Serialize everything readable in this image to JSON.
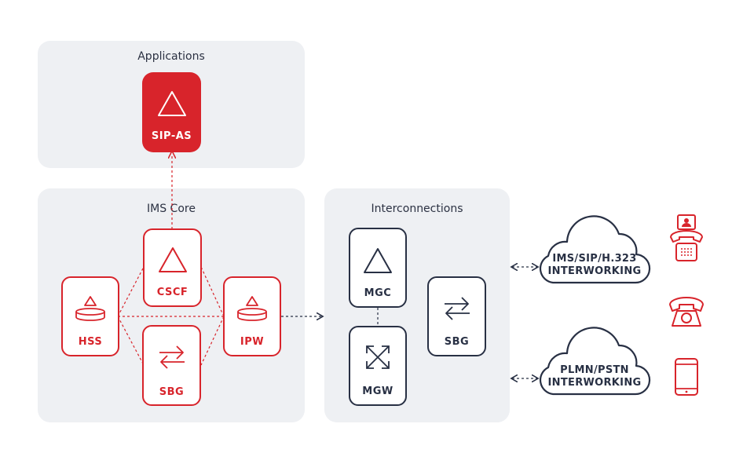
{
  "panels": {
    "applications": "Applications",
    "ims_core": "IMS Core",
    "interconnections": "Interconnections"
  },
  "nodes": {
    "sip_as": "SIP-AS",
    "cscf": "CSCF",
    "hss": "HSS",
    "ipw": "IPW",
    "sbg_core": "SBG",
    "mgc": "MGC",
    "mgw": "MGW",
    "sbg_inter": "SBG"
  },
  "clouds": {
    "ims_sip": [
      "IMS/SIP/H.323",
      "INTERWORKING"
    ],
    "plmn_pstn": [
      "PLMN/PSTN",
      "INTERWORKING"
    ]
  },
  "colors": {
    "accent_red": "#d8242b",
    "dark": "#283044",
    "panel_bg": "#eef0f3"
  },
  "icons": [
    "triangle-icon",
    "database-icon",
    "swap-arrows-icon",
    "expand-arrows-icon",
    "desk-phone-icon",
    "rotary-phone-icon",
    "mobile-phone-icon"
  ]
}
